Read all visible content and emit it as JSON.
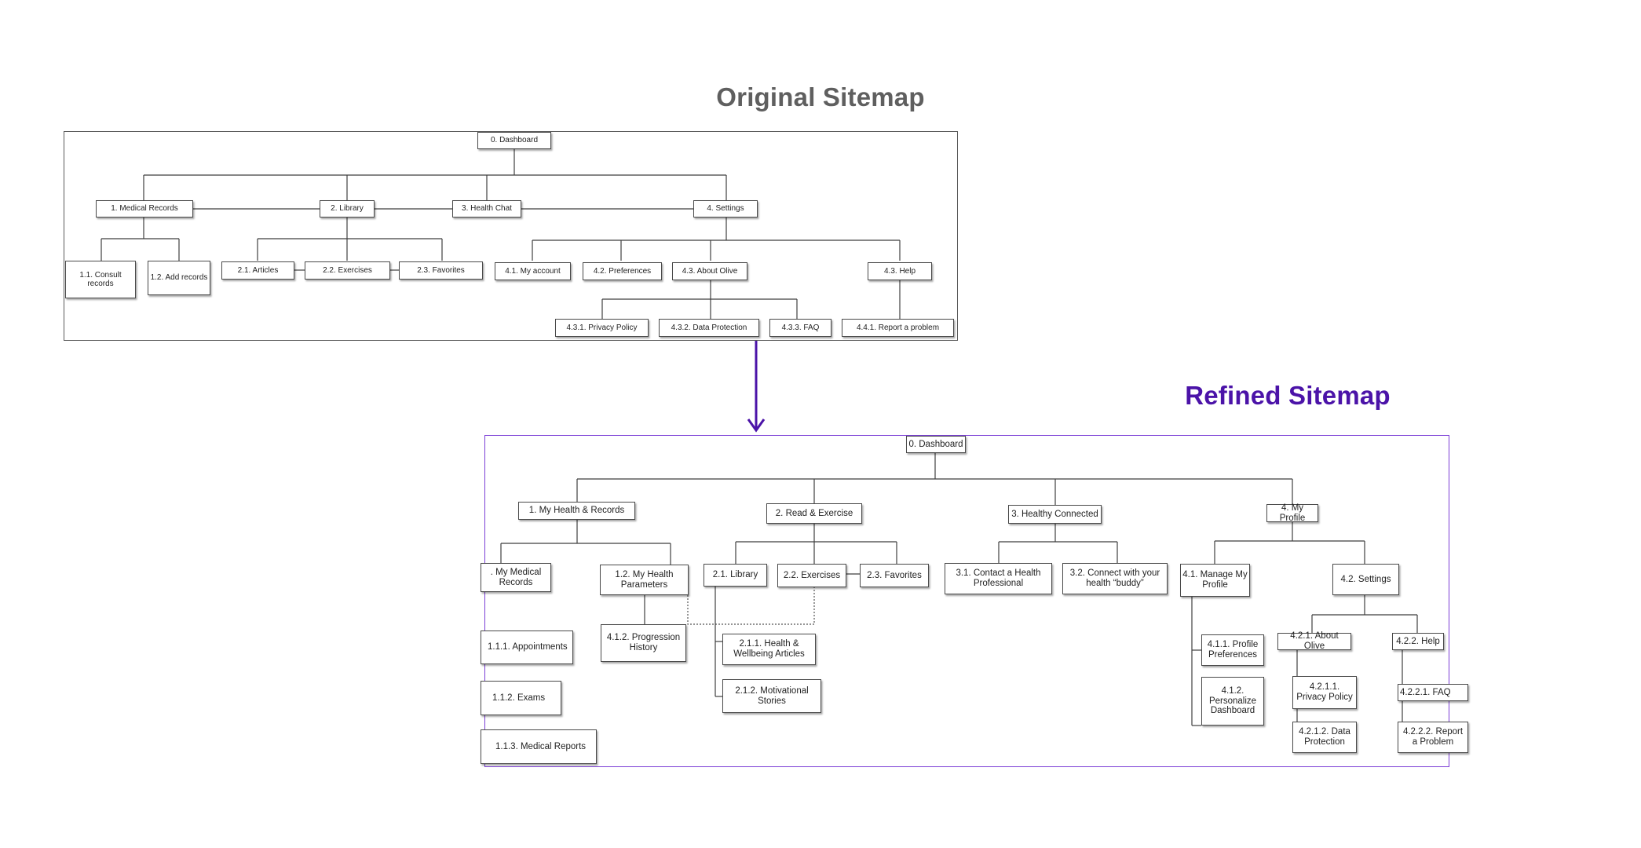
{
  "titles": {
    "original": "Original Sitemap",
    "refined": "Refined Sitemap"
  },
  "colors": {
    "original_title": "#5f5f5f",
    "refined_title": "#4b13a8",
    "refined_frame": "#7b3ed6",
    "arrow": "#4b13a8"
  },
  "original": {
    "n0": "0. Dashboard",
    "n1": "1. Medical Records",
    "n2": "2. Library",
    "n3": "3. Health Chat",
    "n4": "4. Settings",
    "n11": "1.1. Consult records",
    "n12": "1.2. Add records",
    "n21": "2.1. Articles",
    "n22": "2.2. Exercises",
    "n23": "2.3. Favorites",
    "n41": "4.1. My account",
    "n42": "4.2. Preferences",
    "n43": "4.3. About Olive",
    "n44": "4.3. Help",
    "n431": "4.3.1. Privacy Policy",
    "n432": "4.3.2. Data Protection",
    "n433": "4.3.3. FAQ",
    "n441": "4.4.1. Report a problem"
  },
  "refined": {
    "n0": "0. Dashboard",
    "n1": "1. My Health & Records",
    "n2": "2. Read & Exercise",
    "n3": "3. Healthy Connected",
    "n4": "4. My Profile",
    "n11": ". My Medical Records",
    "n12": "1.2. My Health Parameters",
    "n111": "1.1.1. Appointments",
    "n112": "1.1.2. Exams",
    "n113": "1.1.3. Medical Reports",
    "n412b": "4.1.2. Progression History",
    "n21": "2.1. Library",
    "n22": "2.2. Exercises",
    "n23": "2.3. Favorites",
    "n211": "2.1.1. Health & Wellbeing Articles",
    "n212": "2.1.2. Motivational Stories",
    "n31": "3.1. Contact a Health Professional",
    "n32": "3.2. Connect with your health “buddy”",
    "n41": "4.1. Manage My Profile",
    "n42": "4.2. Settings",
    "n411": "4.1.1. Profile Preferences",
    "n412": "4.1.2. Personalize Dashboard",
    "n421": "4.2.1. About Olive",
    "n422": "4.2.2. Help",
    "n4211": "4.2.1.1. Privacy Policy",
    "n4212": "4.2.1.2. Data Protection",
    "n4221": "4.2.2.1. FAQ",
    "n4222": "4.2.2.2. Report a Problem"
  }
}
